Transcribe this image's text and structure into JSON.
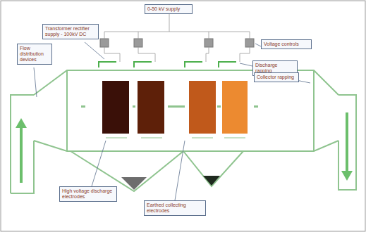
{
  "diagram": {
    "nodes": [
      {
        "text": [
          "0-50 kV supply"
        ]
      },
      {
        "text": [
          "Transformer rectifier supply - 100kV DC"
        ]
      },
      {
        "text": [
          "Voltage controls"
        ]
      },
      {
        "text": [
          "Flow distribution devices"
        ]
      },
      {
        "text": [
          "Discharge rapping"
        ]
      },
      {
        "text": [
          "Collector rapping"
        ]
      },
      {
        "text": [
          "High voltage discharge electrodes"
        ]
      },
      {
        "text": [
          "Earthed collecting electrodes"
        ]
      }
    ]
  }
}
